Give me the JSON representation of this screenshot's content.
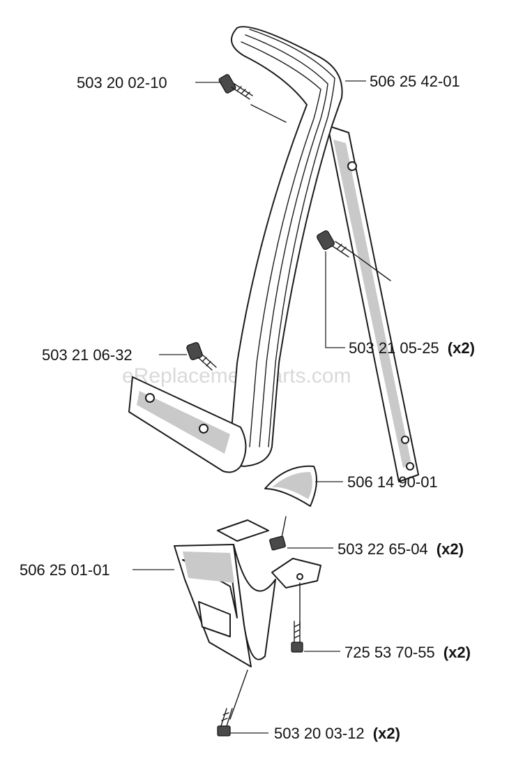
{
  "watermark": "eReplacementParts.com",
  "parts": [
    {
      "id": "p1",
      "number": "503 20 02-10",
      "qty": ""
    },
    {
      "id": "p2",
      "number": "506 25 42-01",
      "qty": ""
    },
    {
      "id": "p3",
      "number": "503 21 05-25",
      "qty": "(x2)"
    },
    {
      "id": "p4",
      "number": "503 21 06-32",
      "qty": ""
    },
    {
      "id": "p5",
      "number": "506 14 90-01",
      "qty": ""
    },
    {
      "id": "p6",
      "number": "503 22 65-04",
      "qty": "(x2)"
    },
    {
      "id": "p7",
      "number": "506 25 01-01",
      "qty": ""
    },
    {
      "id": "p8",
      "number": "725 53 70-55",
      "qty": "(x2)"
    },
    {
      "id": "p9",
      "number": "503 20 03-12",
      "qty": "(x2)"
    }
  ]
}
